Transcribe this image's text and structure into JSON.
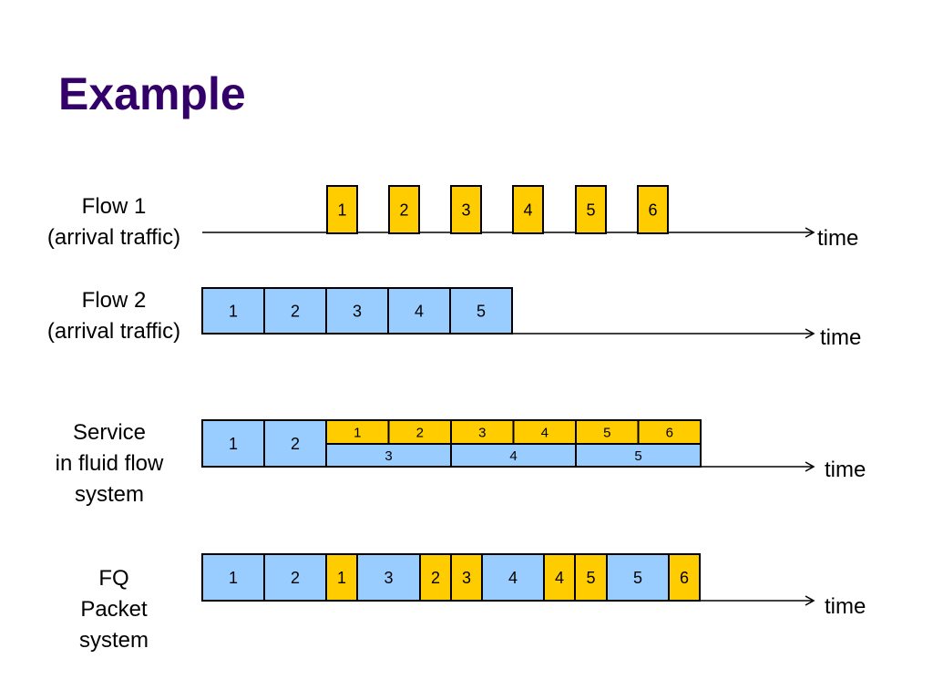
{
  "title": "Example",
  "rows": {
    "flow1": {
      "label_lines": [
        "Flow 1",
        "(arrival traffic)"
      ],
      "time_label": "time"
    },
    "flow2": {
      "label_lines": [
        "Flow 2",
        "(arrival traffic)"
      ],
      "time_label": "time"
    },
    "fluid": {
      "label_lines": [
        "Service",
        "in fluid flow",
        "system"
      ],
      "time_label": "time"
    },
    "fq": {
      "label_lines": [
        "FQ",
        "Packet",
        "system"
      ],
      "time_label": "time"
    }
  },
  "colors": {
    "flow1_packet": "#ffcc00",
    "flow2_packet": "#99ccff",
    "outline": "#000000",
    "title": "#33006a"
  },
  "flow1_packets": [
    "1",
    "2",
    "3",
    "4",
    "5",
    "6"
  ],
  "flow2_packets": [
    "1",
    "2",
    "3",
    "4",
    "5"
  ],
  "fluid_exclusive": [
    "1",
    "2"
  ],
  "fluid_shared_flow1": [
    "1",
    "2",
    "3",
    "4",
    "5",
    "6"
  ],
  "fluid_shared_flow2": [
    "3",
    "4",
    "5"
  ],
  "fq_sequence": [
    {
      "flow": 2,
      "label": "1"
    },
    {
      "flow": 2,
      "label": "2"
    },
    {
      "flow": 1,
      "label": "1"
    },
    {
      "flow": 2,
      "label": "3"
    },
    {
      "flow": 1,
      "label": "2"
    },
    {
      "flow": 1,
      "label": "3"
    },
    {
      "flow": 2,
      "label": "4"
    },
    {
      "flow": 1,
      "label": "4"
    },
    {
      "flow": 1,
      "label": "5"
    },
    {
      "flow": 2,
      "label": "5"
    },
    {
      "flow": 1,
      "label": "6"
    }
  ]
}
